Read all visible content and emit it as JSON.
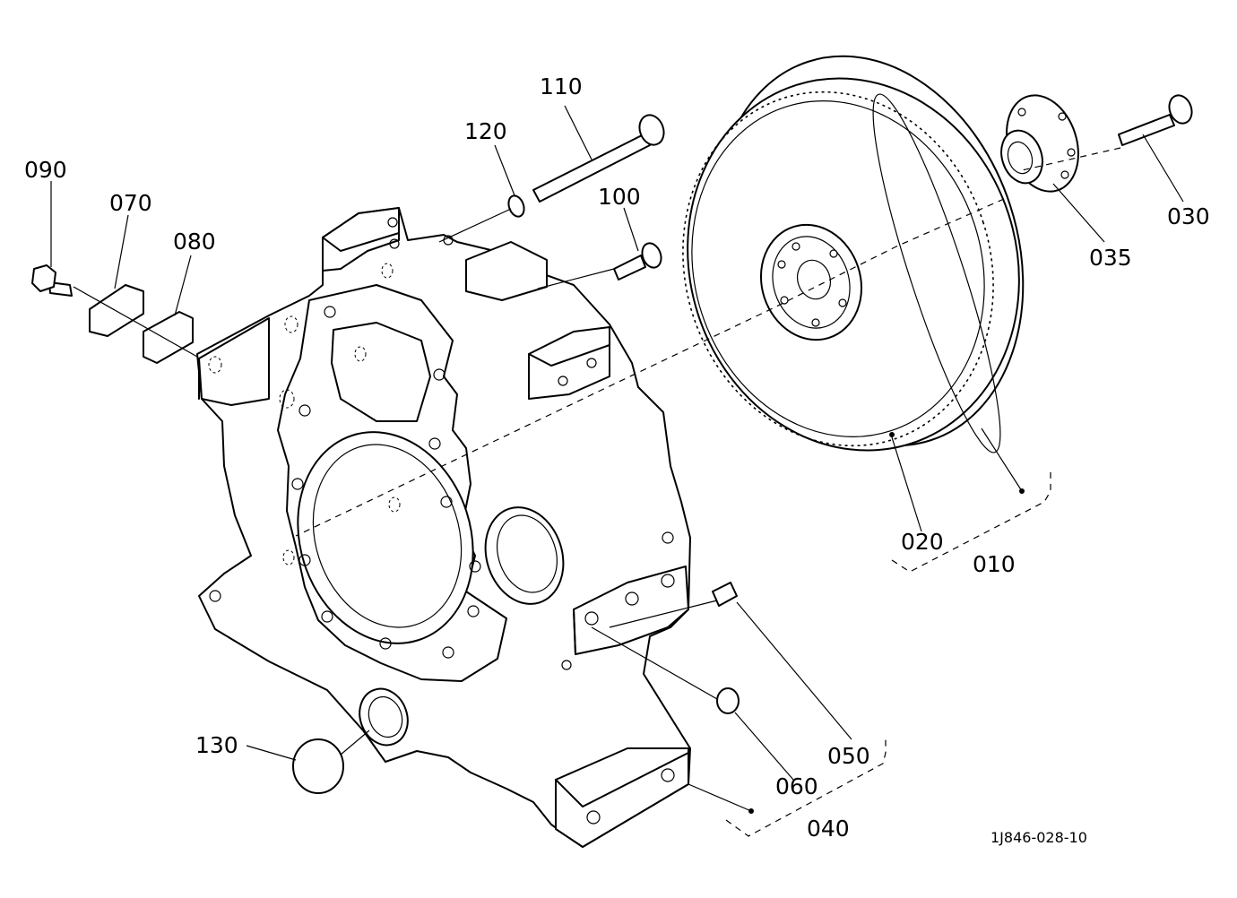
{
  "callouts": {
    "c010": "010",
    "c020": "020",
    "c030": "030",
    "c035": "035",
    "c040": "040",
    "c050": "050",
    "c060": "060",
    "c070": "070",
    "c080": "080",
    "c090": "090",
    "c100": "100",
    "c110": "110",
    "c120": "120",
    "c130": "130"
  },
  "drawing_code": "1J846-028-10"
}
